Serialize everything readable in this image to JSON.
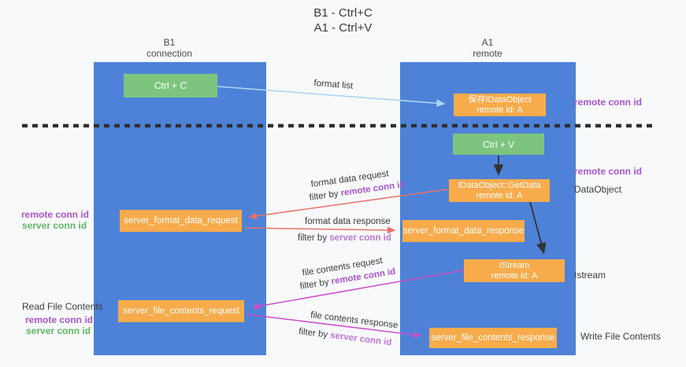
{
  "title": {
    "line1": "B1 - Ctrl+C",
    "line2": "A1 - Ctrl+V"
  },
  "columns": {
    "left": {
      "name": "B1",
      "role": "connection"
    },
    "right": {
      "name": "A1",
      "role": "remote"
    }
  },
  "nodes": {
    "ctrl_c": "Ctrl + C",
    "save_idataobject": {
      "line1": "保存IDataObject",
      "line2": "remote id: A"
    },
    "ctrl_v": "Ctrl + V",
    "idataobject_getdata": {
      "line1": "IDataObject::GetData",
      "line2": "remote id: A"
    },
    "server_format_data_request": "server_format_data_request",
    "server_format_data_response": "server_format_data_response",
    "istream": {
      "line1": "IStream",
      "line2": "remote id: A"
    },
    "server_file_contents_request": "server_file_contents_request",
    "server_file_contents_response": "server_file_contents_response"
  },
  "edge_labels": {
    "format_list": "format list",
    "format_data_request": "format data request",
    "format_data_request_filter": {
      "plain": "filter by ",
      "accent": "remote conn id"
    },
    "format_data_response": "format data response",
    "format_data_response_filter": {
      "plain": "filter by ",
      "accent": "server conn id"
    },
    "file_contents_request": "file contents request",
    "file_contents_request_filter": {
      "plain": "filter by ",
      "accent": "remote conn id"
    },
    "file_contents_response": "file contents response",
    "file_contents_response_filter": {
      "plain": "filter by ",
      "accent": "server conn id"
    }
  },
  "side_labels": {
    "right_remote_conn_id_top": "remote conn id",
    "right_remote_conn_id_mid": "remote conn id",
    "right_dataobject": "DataObject",
    "right_istream": "Istream",
    "right_write_file_contents": "Write File Contents",
    "left_remote_conn_id_1": "remote conn id",
    "left_server_conn_id_1": "server conn id",
    "left_read_file_contents": "Read File Contents",
    "left_remote_conn_id_2": "remote conn id",
    "left_server_conn_id_2": "server conn id"
  },
  "colors": {
    "column_blue": "#4d82d8",
    "node_green": "#7dc57f",
    "node_orange": "#f8ab4b",
    "accent_purple": "#a855cf",
    "accent_purple_light": "#bd76d8",
    "accent_green": "#5fb763",
    "arrow_light_blue": "#aed5f0",
    "arrow_red": "#e5736c",
    "arrow_magenta": "#c751c7",
    "arrow_black": "#333333",
    "dashed_separator": "#2f2f2f"
  }
}
